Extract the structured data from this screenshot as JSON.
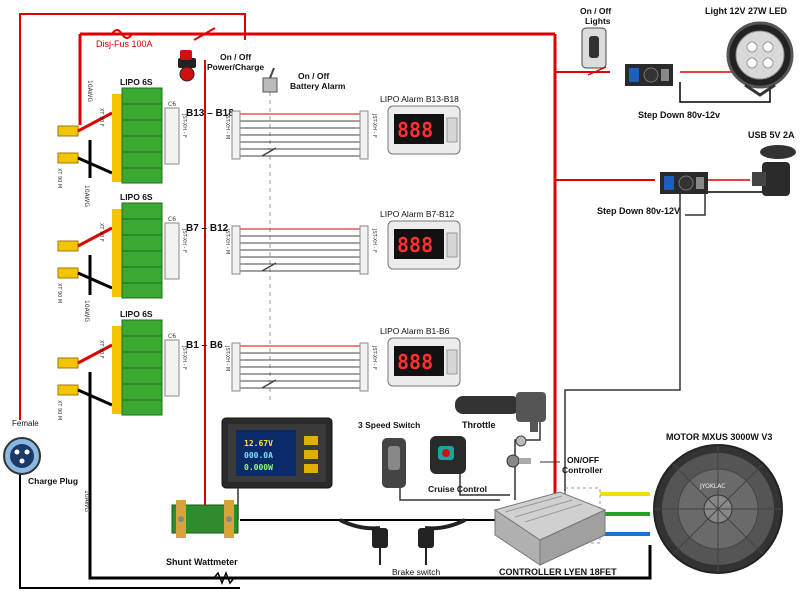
{
  "labels": {
    "fuse": "Disj-Fus 100A",
    "power_switch": [
      "On / Off",
      "Power/Charge"
    ],
    "alarm_switch": [
      "On / Off",
      "Battery Alarm"
    ],
    "lights_switch": [
      "On / Off",
      "Lights"
    ],
    "light": "Light 12V 27W LED",
    "usb": "USB 5V 2A",
    "stepdown1": "Step Down 80v-12v",
    "stepdown2": "Step Down 80v-12V",
    "throttle": "Throttle",
    "speed_switch": "3 Speed Switch",
    "cruise": "Cruise Control",
    "onoff_controller": [
      "ON/OFF",
      "Controller"
    ],
    "motor": "MOTOR MXUS 3000W V3",
    "controller": "CONTROLLER  LYEN 18FET",
    "brake": "Brake switch",
    "shunt": "Shunt Wattmeter",
    "charge_plug": "Charge Plug",
    "female": "Female",
    "wire_gauge": "10AWG",
    "xt90m": "XT 90 M",
    "xt90f": "XT 90 F",
    "balance_conn": "JST-XH - F",
    "balance_male": "JST-XH - M",
    "c6": "C6",
    "controller_brand": "JYOKLAC"
  },
  "batteries": [
    {
      "label": "LIPO 6S",
      "range": "B13 – B18",
      "alarm": "LIPO Alarm B13-B18"
    },
    {
      "label": "LIPO 6S",
      "range": "B7 – B12",
      "alarm": "LIPO Alarm B7-B12"
    },
    {
      "label": "LIPO 6S",
      "range": "B1 – B6",
      "alarm": "LIPO Alarm B1-B6"
    }
  ],
  "wattmeter": {
    "voltage": "12.67V",
    "current": "000.0A",
    "power": "0.000W"
  },
  "alarm_display": "888",
  "colors": {
    "wire_red": "#e00000",
    "wire_black": "#000000",
    "battery_green": "#3aa832",
    "xt90_yellow": "#f5c400",
    "phase_yellow": "#f0e000",
    "phase_green": "#22a22a",
    "phase_blue": "#1e6fd0"
  },
  "icons": {
    "fuse": "fuse-icon",
    "switch": "toggle-switch-icon",
    "battery": "battery-icon",
    "alarm": "lipo-alarm-icon",
    "motor": "hub-motor-icon",
    "plug": "charge-plug-icon"
  }
}
